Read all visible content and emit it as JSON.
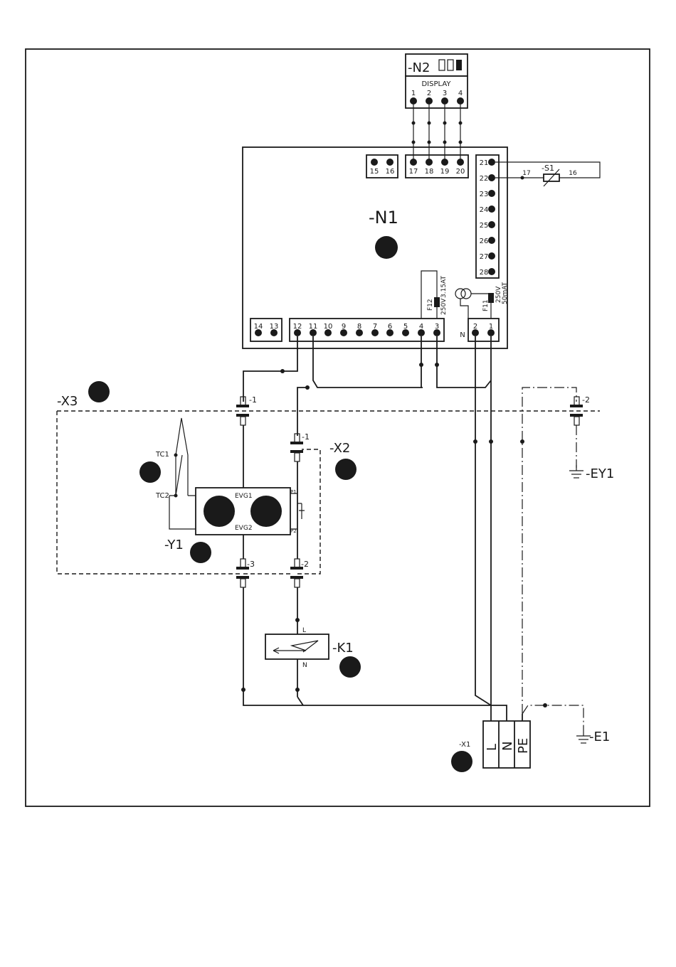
{
  "components": {
    "n1": "-N1",
    "n2": "-N2",
    "n2_display": "DISPLAY",
    "s1": "-S1",
    "x1": "-X1",
    "x2": "-X2",
    "x3": "-X3",
    "y1": "-Y1",
    "k1": "-K1",
    "e1": "-E1",
    "ey1": "-EY1",
    "tc1": "TC1",
    "tc2": "TC2",
    "evg1": "EVG1",
    "evg2": "EVG2",
    "p1": "P1",
    "p2": "P2",
    "l": "L",
    "n": "N",
    "pe": "PE"
  },
  "fuses": {
    "f12_name": "F12",
    "f12_rating1": "250V",
    "f12_rating2": "3.15AT",
    "f11_name": "F11",
    "f11_rating1": "250V",
    "f11_rating2": "50mAT"
  },
  "terminals": {
    "display": [
      "1",
      "2",
      "3",
      "4"
    ],
    "top_left": [
      "15",
      "16"
    ],
    "top_mid": [
      "17",
      "18",
      "19",
      "20"
    ],
    "right": [
      "21",
      "22",
      "23",
      "24",
      "25",
      "26",
      "27",
      "28"
    ],
    "bottom_left": [
      "14",
      "13"
    ],
    "bottom_main": [
      "12",
      "11",
      "10",
      "9",
      "8",
      "7",
      "6",
      "5",
      "4",
      "3"
    ],
    "power": [
      "2",
      "1"
    ],
    "power_n": "N",
    "s1_pins": [
      "17",
      "16"
    ]
  },
  "connectors": {
    "x3_pin1": "-1",
    "x3_pin2": "-2",
    "x3_pin3": "-3",
    "x2_pin1": "-1",
    "x2_pin2": "-2"
  }
}
